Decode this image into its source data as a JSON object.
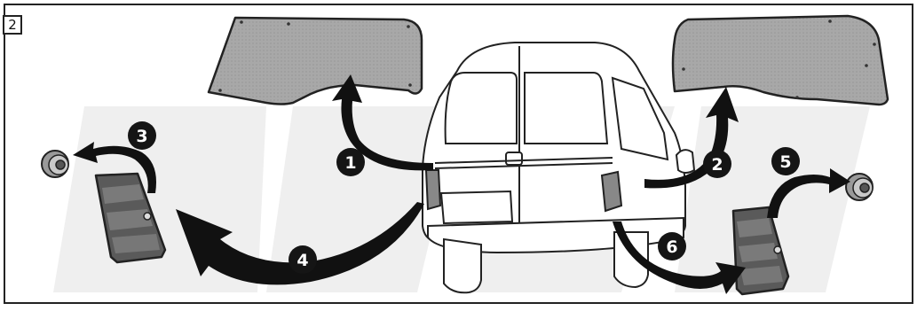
{
  "figure": {
    "step_number": "2",
    "callouts": [
      "1",
      "2",
      "3",
      "4",
      "5",
      "6"
    ],
    "colors": {
      "frame": "#222222",
      "arrow": "#111111",
      "callout_fill": "#151515",
      "callout_text": "#ffffff",
      "panel_fill": "#a3a3a3",
      "lamp_fill": "#555555",
      "watermark": "#efefef"
    },
    "parts": [
      "left-window-panel",
      "right-window-panel",
      "left-tail-lamp",
      "right-tail-lamp",
      "left-lamp-nut",
      "right-lamp-nut",
      "van-rear"
    ]
  }
}
